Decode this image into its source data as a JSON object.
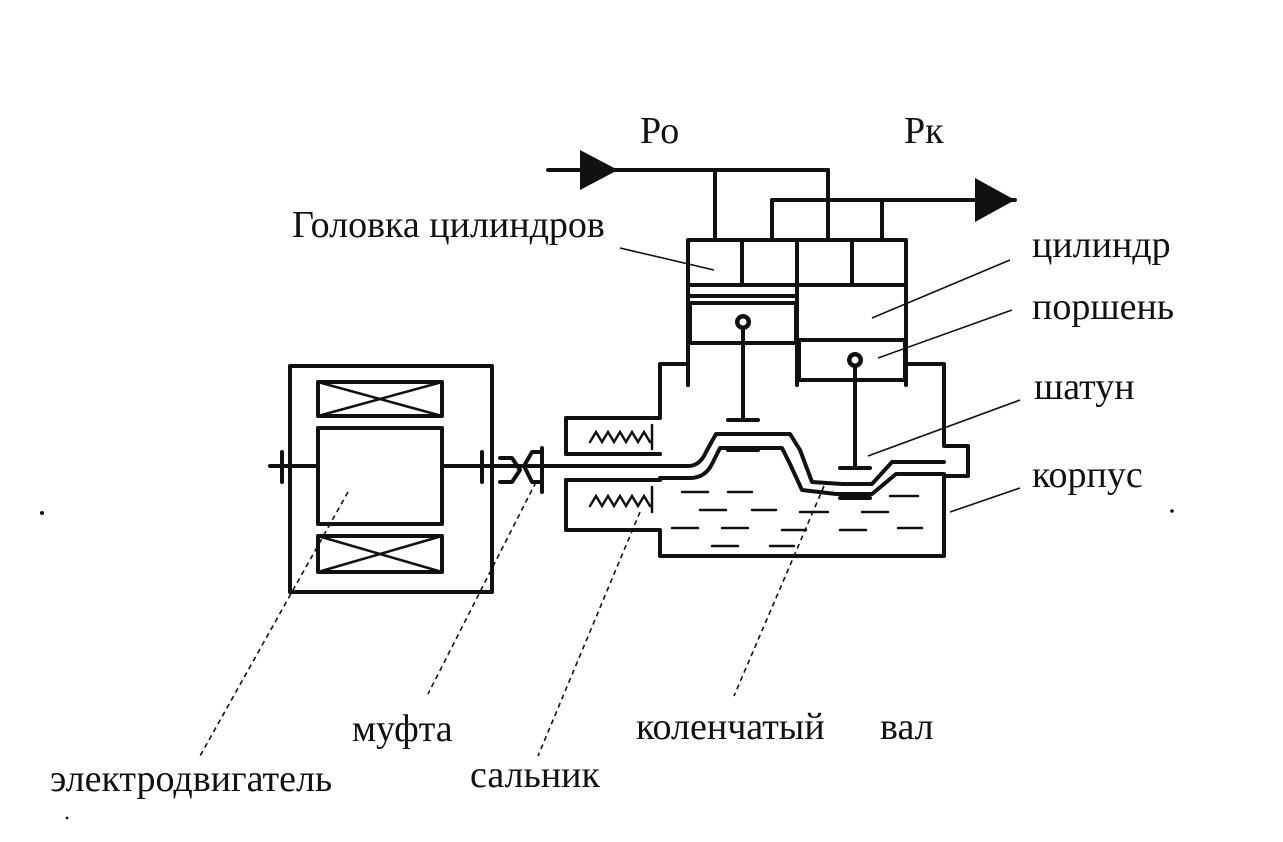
{
  "labels": {
    "p_in": "Ро",
    "p_out": "Рк",
    "cylinder_head": "Головка цилиндров",
    "cylinder": "цилиндр",
    "piston": "поршень",
    "connecting_rod": "шатун",
    "housing": "корпус",
    "motor": "электродвигатель",
    "coupling": "муфта",
    "gland": "сальник",
    "crankshaft_word1": "коленчатый",
    "crankshaft_word2": "вал"
  }
}
